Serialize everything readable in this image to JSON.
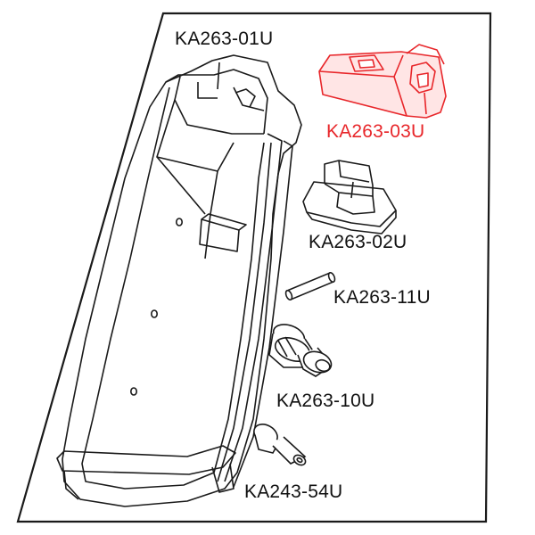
{
  "parts": [
    {
      "code": "KA263-01U",
      "color": "#111111"
    },
    {
      "code": "KA263-03U",
      "color": "#e8262a"
    },
    {
      "code": "KA263-02U",
      "color": "#111111"
    },
    {
      "code": "KA263-11U",
      "color": "#111111"
    },
    {
      "code": "KA263-10U",
      "color": "#111111"
    },
    {
      "code": "KA243-54U",
      "color": "#111111"
    }
  ],
  "colors": {
    "line": "#1a1a1a",
    "highlight": "#e8262a",
    "background": "#ffffff"
  }
}
